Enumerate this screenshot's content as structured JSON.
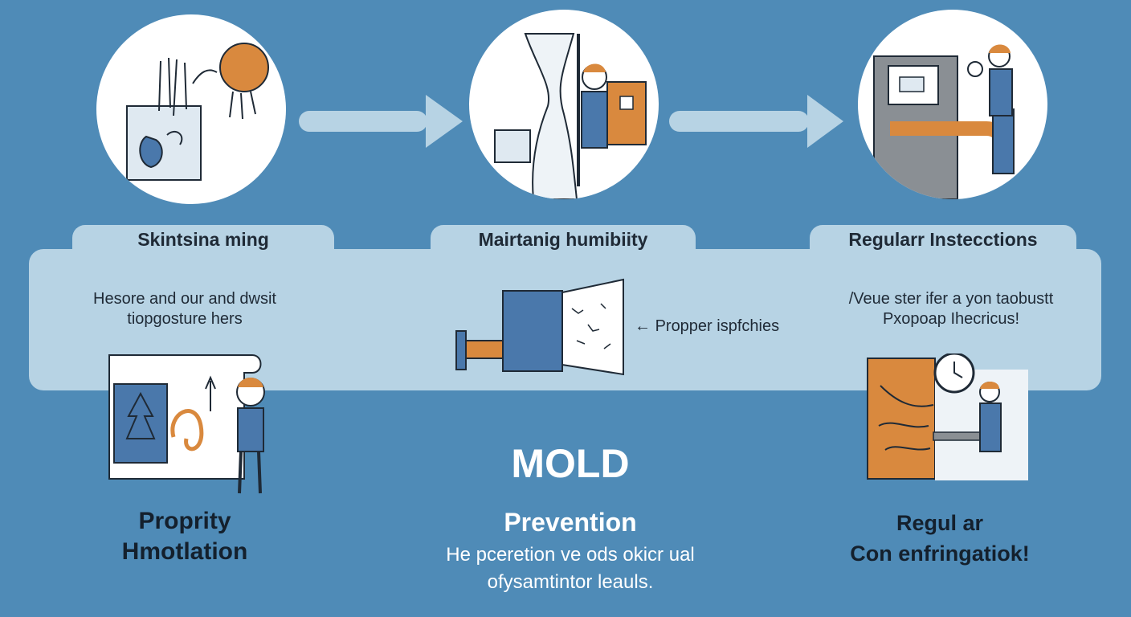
{
  "steps": [
    {
      "label": "Skintsina ming",
      "text": [
        "Hesore and our and dwsit",
        "tiopgosture hers"
      ],
      "title": [
        "Proprity",
        "Hmotlation"
      ],
      "title_color": "#14202d"
    },
    {
      "label": "Mairtanig humibiity",
      "callout": "Propper ispfchies",
      "title": [
        "MOLD",
        "Prevention"
      ],
      "subtitle": [
        "He pceretion ve ods okicr ual",
        "ofysamtintor leauls."
      ],
      "title_color": "#ffffff"
    },
    {
      "label": "Regularr Instecctions",
      "text": [
        "/Veue ster ifer a yon taobustt",
        "Pxopoap Ihecricus!"
      ],
      "title": [
        "Regul ar",
        "Con enfringatiok!"
      ],
      "title_color": "#14202d"
    }
  ],
  "colors": {
    "background": "#4f8bb7",
    "band": "#b7d3e4",
    "arrow": "#b7d3e4",
    "accent_orange": "#d9893e",
    "accent_blue": "#4a78ab"
  },
  "icons": [
    "mold-spore-icon",
    "wall-humidity-icon",
    "inspection-door-icon",
    "dehumidifier-icon",
    "ventilation-chart-icon",
    "clock-inspection-icon"
  ]
}
